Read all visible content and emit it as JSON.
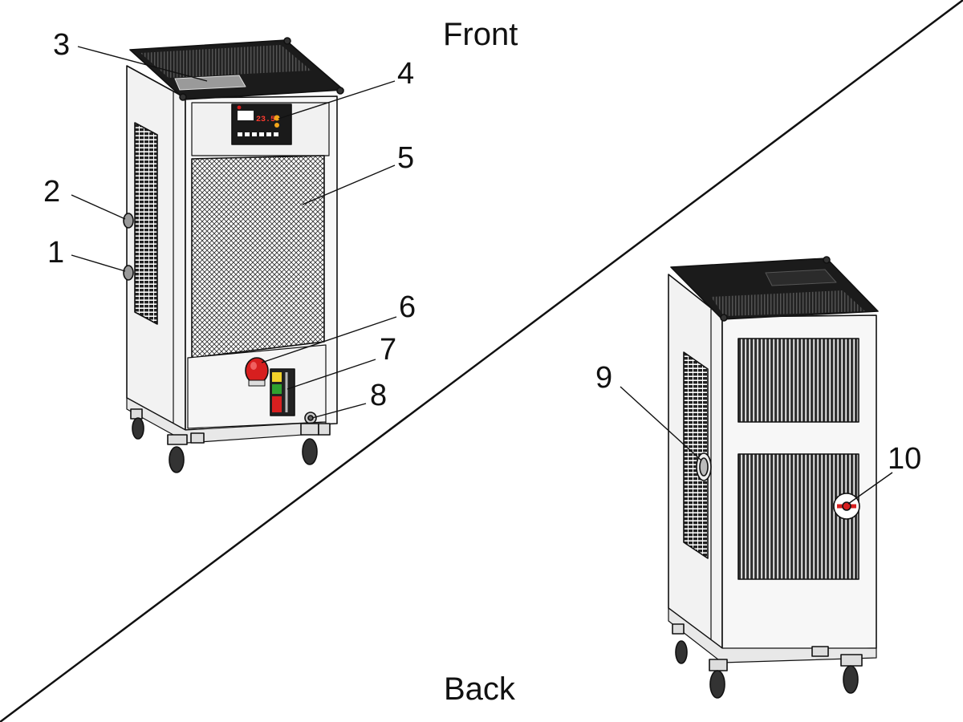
{
  "view_labels": {
    "front": "Front",
    "back": "Back"
  },
  "callouts": [
    "1",
    "2",
    "3",
    "4",
    "5",
    "6",
    "7",
    "8",
    "9",
    "10"
  ],
  "controller": {
    "readout": "23.5"
  },
  "colors": {
    "outline": "#111111",
    "cabinet": "#f4f4f4",
    "top": "#1a1a1a",
    "accent_red": "#d71f1f",
    "indicator_green": "#2fa12f",
    "indicator_yellow": "#f2d22a"
  }
}
